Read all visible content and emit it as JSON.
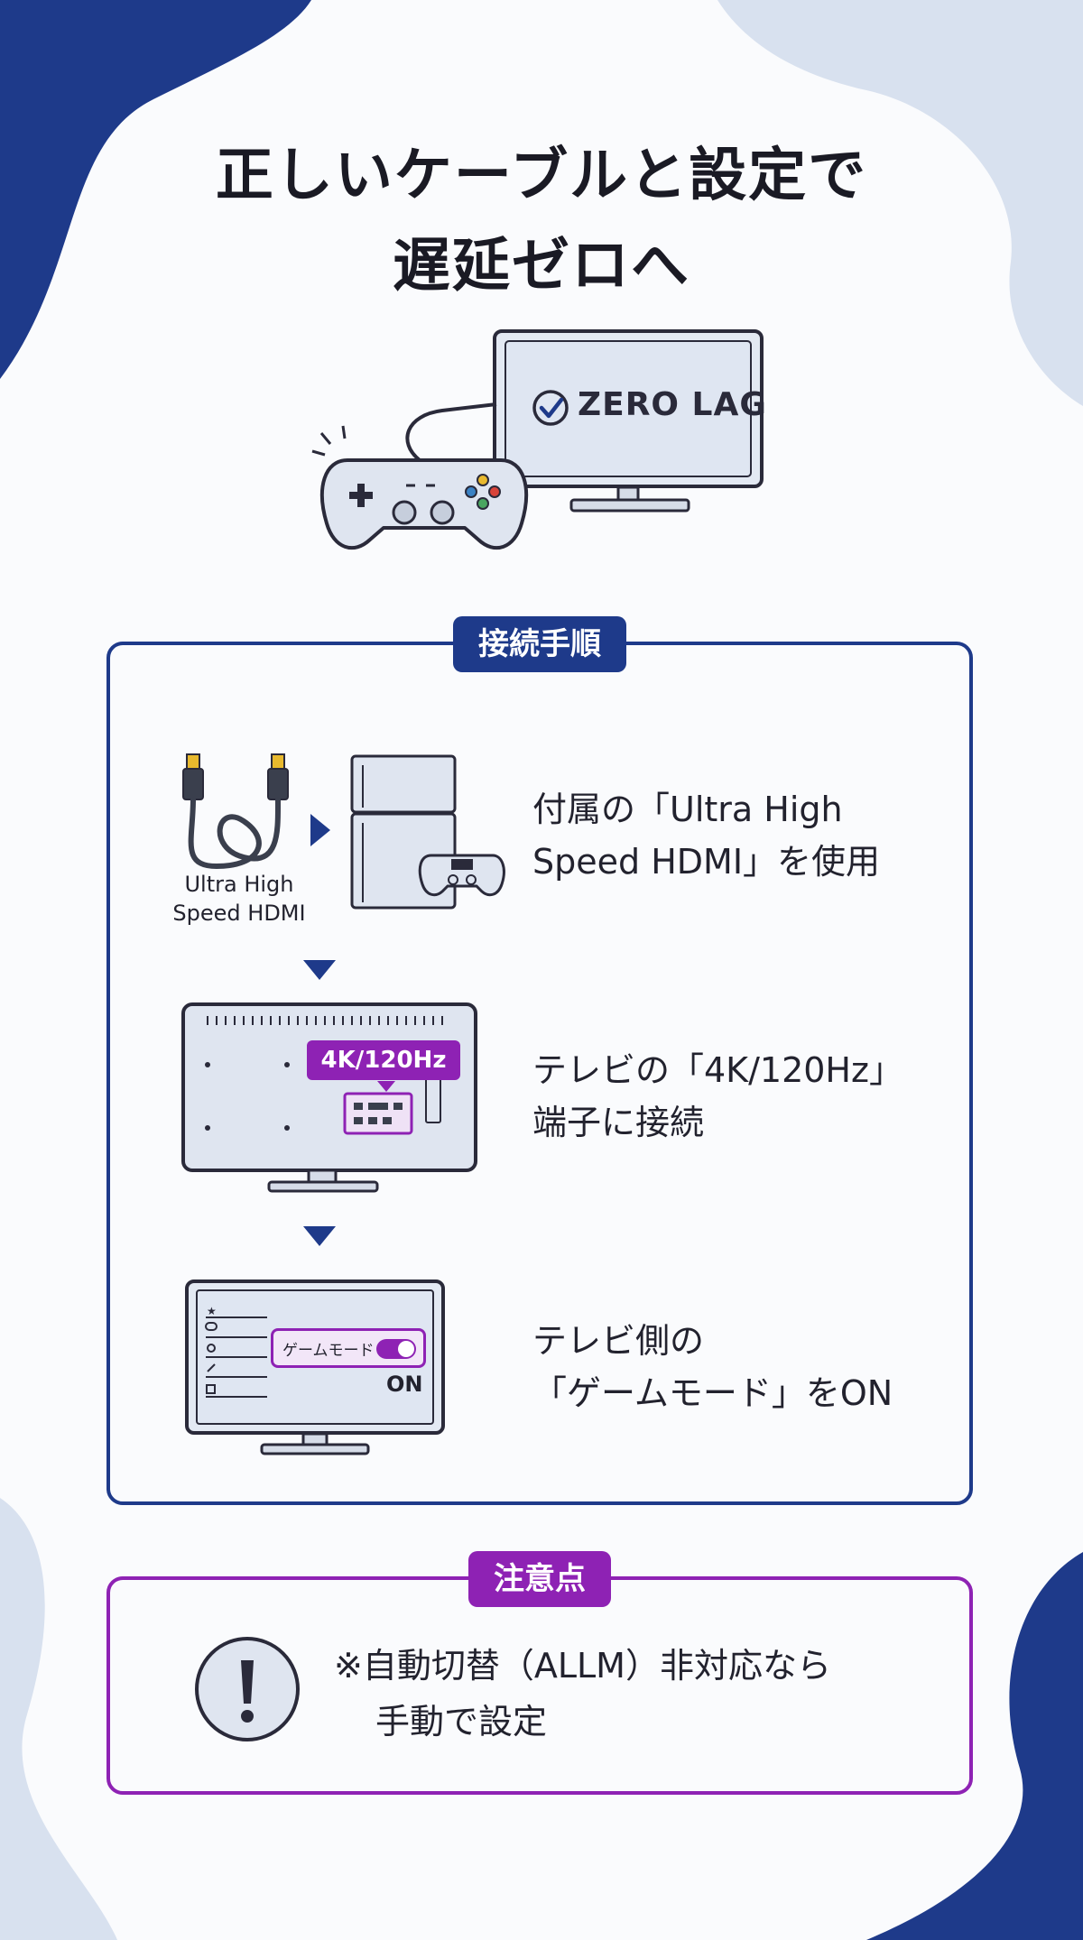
{
  "title": {
    "line1": "正しいケーブルと設定で",
    "line2": "遅延ゼロへ"
  },
  "hero": {
    "screen_text": "ZERO LAG",
    "icons": [
      "gamepad-icon",
      "tv-icon",
      "check-circle-icon"
    ]
  },
  "connection": {
    "heading": "接続手順",
    "steps": [
      {
        "line1": "付属の「Ultra High",
        "line2": "Speed HDMI」を使用",
        "illustration_label_1": "Ultra High",
        "illustration_label_2": "Speed HDMI"
      },
      {
        "line1": "テレビの「4K/120Hz」",
        "line2": "端子に接続",
        "port_tag": "4K/120Hz"
      },
      {
        "line1": "テレビ側の",
        "line2": "「ゲームモード」をON",
        "menu_item": "ゲームモード",
        "toggle_state": "ON"
      }
    ]
  },
  "caution": {
    "heading": "注意点",
    "line1": "※自動切替（ALLM）非対応なら",
    "line2": "手動で設定"
  },
  "colors": {
    "navy": "#1e3a8a",
    "purple": "#8e22b4",
    "pale_blue": "#d8e1ef",
    "device_fill": "#dfe5f0",
    "text": "#1a1a24"
  }
}
